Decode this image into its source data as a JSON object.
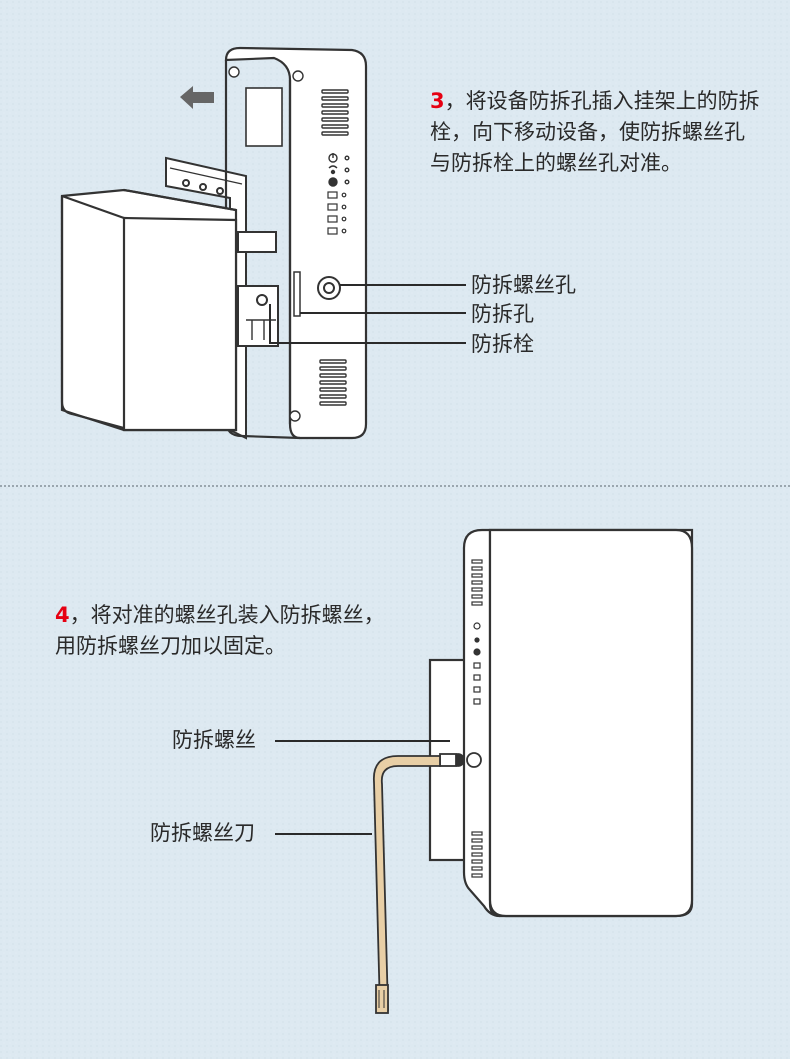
{
  "step3": {
    "number": "3",
    "text": "，将设备防拆孔插入挂架上的防拆栓，向下移动设备，使防拆螺丝孔与防拆栓上的螺丝孔对准。"
  },
  "step3_labels": {
    "screw_hole": "防拆螺丝孔",
    "tamper_hole": "防拆孔",
    "tamper_pin": "防拆栓"
  },
  "step4": {
    "number": "4",
    "text": "，将对准的螺丝孔装入防拆螺丝，用防拆螺丝刀加以固定。"
  },
  "step4_labels": {
    "screw": "防拆螺丝",
    "screwdriver": "防拆螺丝刀"
  },
  "colors": {
    "accent": "#e60012",
    "background": "#dde9f1",
    "line": "#2a2a2a",
    "screwdriver": "#e8cfa6"
  },
  "icons": [
    "arrow-left-icon",
    "power-icon",
    "wifi-icon",
    "ethernet-port-icon"
  ]
}
